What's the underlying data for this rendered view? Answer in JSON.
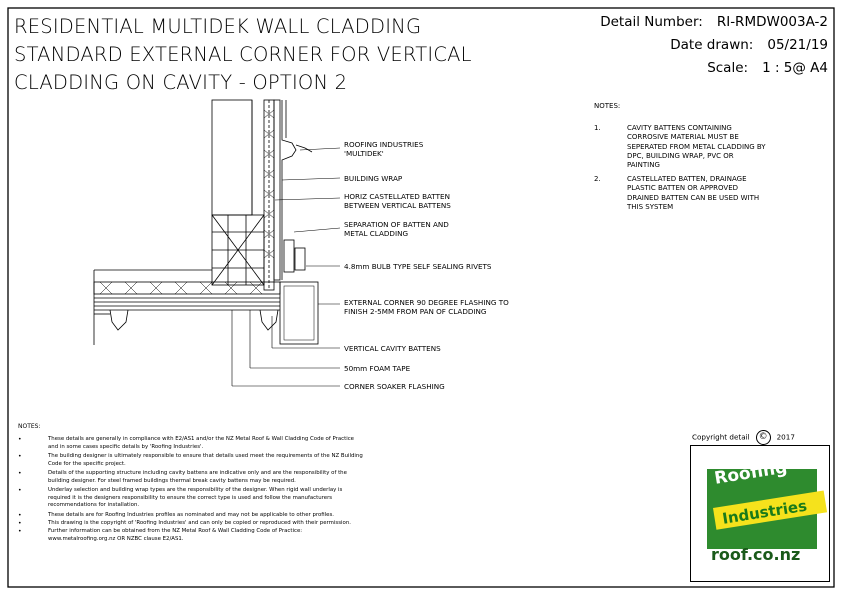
{
  "title_lines": [
    "RESIDENTIAL MULTIDEK WALL CLADDING",
    "STANDARD EXTERNAL CORNER FOR VERTICAL",
    "CLADDING ON CAVITY - OPTION 2"
  ],
  "meta": {
    "detail_label": "Detail Number:",
    "detail_value": "RI-RMDW003A-2",
    "date_label": "Date drawn:",
    "date_value": "05/21/19",
    "scale_label": "Scale:",
    "scale_value": "1 : 5@ A4"
  },
  "callouts": [
    "ROOFING INDUSTRIES\n'MULTIDEK'",
    "BUILDING WRAP",
    "HORIZ CASTELLATED BATTEN\nBETWEEN VERTICAL BATTENS",
    "SEPARATION OF BATTEN AND\nMETAL CLADDING",
    "4.8mm BULB TYPE SELF SEALING RIVETS",
    "EXTERNAL CORNER 90 DEGREE FLASHING TO\nFINISH 2-5mm FROM PAN OF CLADDING",
    "VERTICAL CAVITY BATTENS",
    "50mm FOAM TAPE",
    "CORNER SOAKER FLASHING"
  ],
  "notes": {
    "header": "NOTES:",
    "items": [
      {
        "num": "1.",
        "text": "CAVITY BATTENS CONTAINING\nCORROSIVE MATERIAL MUST BE\nSEPERATED FROM METAL CLADDING BY\nDPC, BUILDING WRAP, PVC OR\nPAINTING"
      },
      {
        "num": "2.",
        "text": "CASTELLATED BATTEN, DRAINAGE\nPLASTIC BATTEN OR APPROVED\nDRAINED BATTEN CAN BE USED WITH\nTHIS SYSTEM"
      }
    ]
  },
  "bottom_notes": {
    "header": "NOTES:",
    "items": [
      "These details are generally in compliance with E2/AS1 and/or the NZ Metal Roof & Wall Cladding Code of Practice\nand in some cases specific details by 'Roofing Industries'.",
      "The building designer is ultimately responsible to ensure that details used meet the requirements of the NZ Building\nCode for the specific project.",
      "Details of the supporting structure including cavity battens are indicative only and are the responsibility of the\nbuilding designer. For steel framed buildings thermal break cavity battens may be required.",
      "Underlay selection and building wrap types are the responsibility of the designer. When rigid wall underlay is\nrequired it is the designers responsibility to ensure the correct type is used and follow the manufacturers\nrecommendations for installation.",
      "These details are for Roofing Industries profiles as nominated and may not be applicable to other profiles.",
      "This drawing is the copyright of 'Roofing Industries' and can only be copied or reproduced with their permission.",
      "Further information can be obtained from the NZ Metal Roof & Wall Cladding Code of Practice:\nwww.metalroofing.org.nz OR NZBC clause E2/AS1."
    ]
  },
  "copyright": {
    "label": "Copyright detail",
    "symbol": "©",
    "year": "2017"
  },
  "logo": {
    "line1": "Roofing",
    "line2": "Industries",
    "url": "roof.co.nz",
    "green": "#2e8b2e",
    "yellow": "#f5e21c"
  }
}
